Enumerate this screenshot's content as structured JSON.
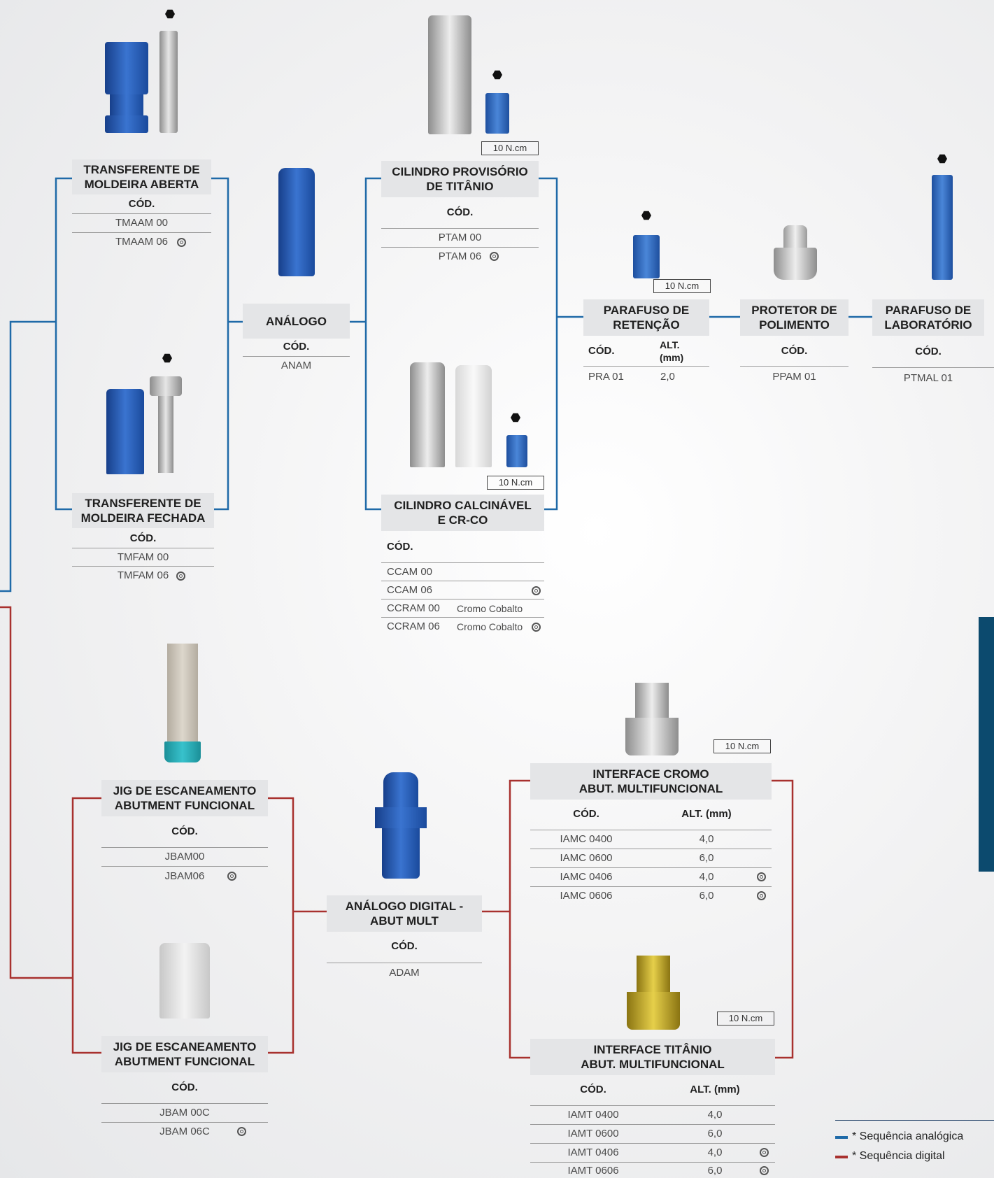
{
  "colors": {
    "analog_line": "#1f6aa8",
    "digital_line": "#a8312e",
    "title_bg": "#e4e5e7",
    "side_tab": "#0c4a6e"
  },
  "torque_label": "10 N.cm",
  "cod_label": "CÓD.",
  "alt_mm_label": "ALT. (mm)",
  "transferente_aberta": {
    "title_line1": "TRANSFERENTE DE",
    "title_line2": "MOLDEIRA ABERTA",
    "codes": [
      "TMAAM 00",
      "TMAAM 06"
    ]
  },
  "transferente_fechada": {
    "title_line1": "TRANSFERENTE DE",
    "title_line2": "MOLDEIRA FECHADA",
    "codes": [
      "TMFAM 00",
      "TMFAM 06"
    ]
  },
  "analogo": {
    "title": "ANÁLOGO",
    "code": "ANAM"
  },
  "cilindro_provisorio": {
    "title_line1": "CILINDRO PROVISÓRIO",
    "title_line2": "DE TITÂNIO",
    "codes": [
      "PTAM 00",
      "PTAM 06"
    ]
  },
  "cilindro_calcinavel": {
    "title_line1": "CILINDRO CALCINÁVEL",
    "title_line2": "E CR-CO",
    "rows": [
      {
        "code": "CCAM 00",
        "note": ""
      },
      {
        "code": "CCAM 06",
        "note": ""
      },
      {
        "code": "CCRAM 00",
        "note": "Cromo Cobalto"
      },
      {
        "code": "CCRAM 06",
        "note": "Cromo Cobalto"
      }
    ]
  },
  "parafuso_retencao": {
    "title_line1": "PARAFUSO DE",
    "title_line2": "RETENÇÃO",
    "alt_line1": "ALT.",
    "alt_line2": "(mm)",
    "code": "PRA 01",
    "alt": "2,0"
  },
  "protetor_polimento": {
    "title_line1": "PROTETOR DE",
    "title_line2": "POLIMENTO",
    "code": "PPAM 01"
  },
  "parafuso_laboratorio": {
    "title_line1": "PARAFUSO DE",
    "title_line2": "LABORATÓRIO",
    "code": "PTMAL 01"
  },
  "jig_1": {
    "title_line1": "JIG DE ESCANEAMENTO",
    "title_line2": "ABUTMENT FUNCIONAL",
    "codes": [
      "JBAM00",
      "JBAM06"
    ]
  },
  "jig_2": {
    "title_line1": "JIG DE ESCANEAMENTO",
    "title_line2": "ABUTMENT FUNCIONAL",
    "codes": [
      "JBAM 00C",
      "JBAM 06C"
    ]
  },
  "analogo_digital": {
    "title_line1": "ANÁLOGO DIGITAL -",
    "title_line2": "ABUT MULT",
    "code": "ADAM"
  },
  "interface_cromo": {
    "title_line1": "INTERFACE CROMO",
    "title_line2": "ABUT. MULTIFUNCIONAL",
    "rows": [
      {
        "code": "IAMC 0400",
        "alt": "4,0"
      },
      {
        "code": "IAMC 0600",
        "alt": "6,0"
      },
      {
        "code": "IAMC 0406",
        "alt": "4,0"
      },
      {
        "code": "IAMC 0606",
        "alt": "6,0"
      }
    ]
  },
  "interface_titanio": {
    "title_line1": "INTERFACE TITÂNIO",
    "title_line2": "ABUT. MULTIFUNCIONAL",
    "rows": [
      {
        "code": "IAMT 0400",
        "alt": "4,0"
      },
      {
        "code": "IAMT 0600",
        "alt": "6,0"
      },
      {
        "code": "IAMT 0406",
        "alt": "4,0"
      },
      {
        "code": "IAMT 0606",
        "alt": "6,0"
      }
    ]
  },
  "legend": {
    "analog": "* Sequência analógica",
    "digital": "* Sequência digital"
  }
}
